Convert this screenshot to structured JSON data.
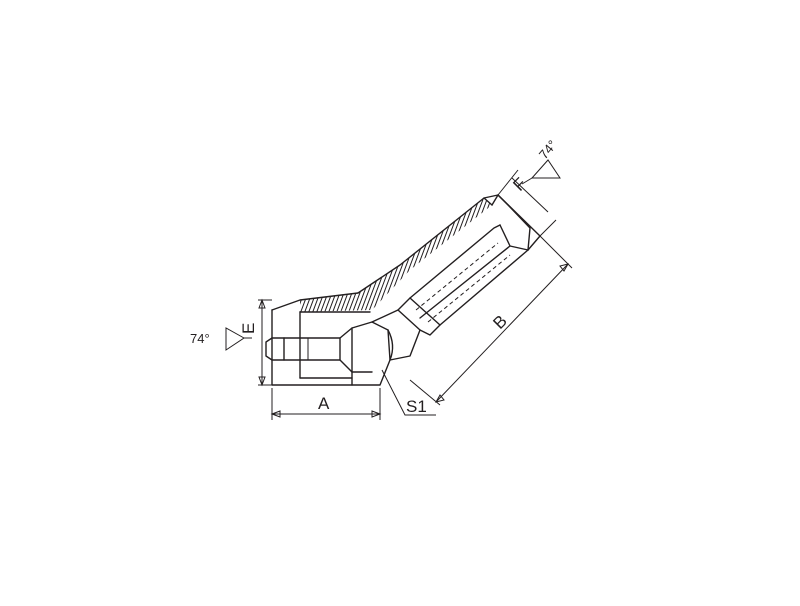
{
  "labels": {
    "dim_a": "A",
    "dim_b": "B",
    "dim_s1": "S1",
    "dim_e": "E",
    "dim_f": "F",
    "angle_left": "74°",
    "angle_right": "74°"
  },
  "colors": {
    "line": "#231f20",
    "background": "#ffffff"
  }
}
